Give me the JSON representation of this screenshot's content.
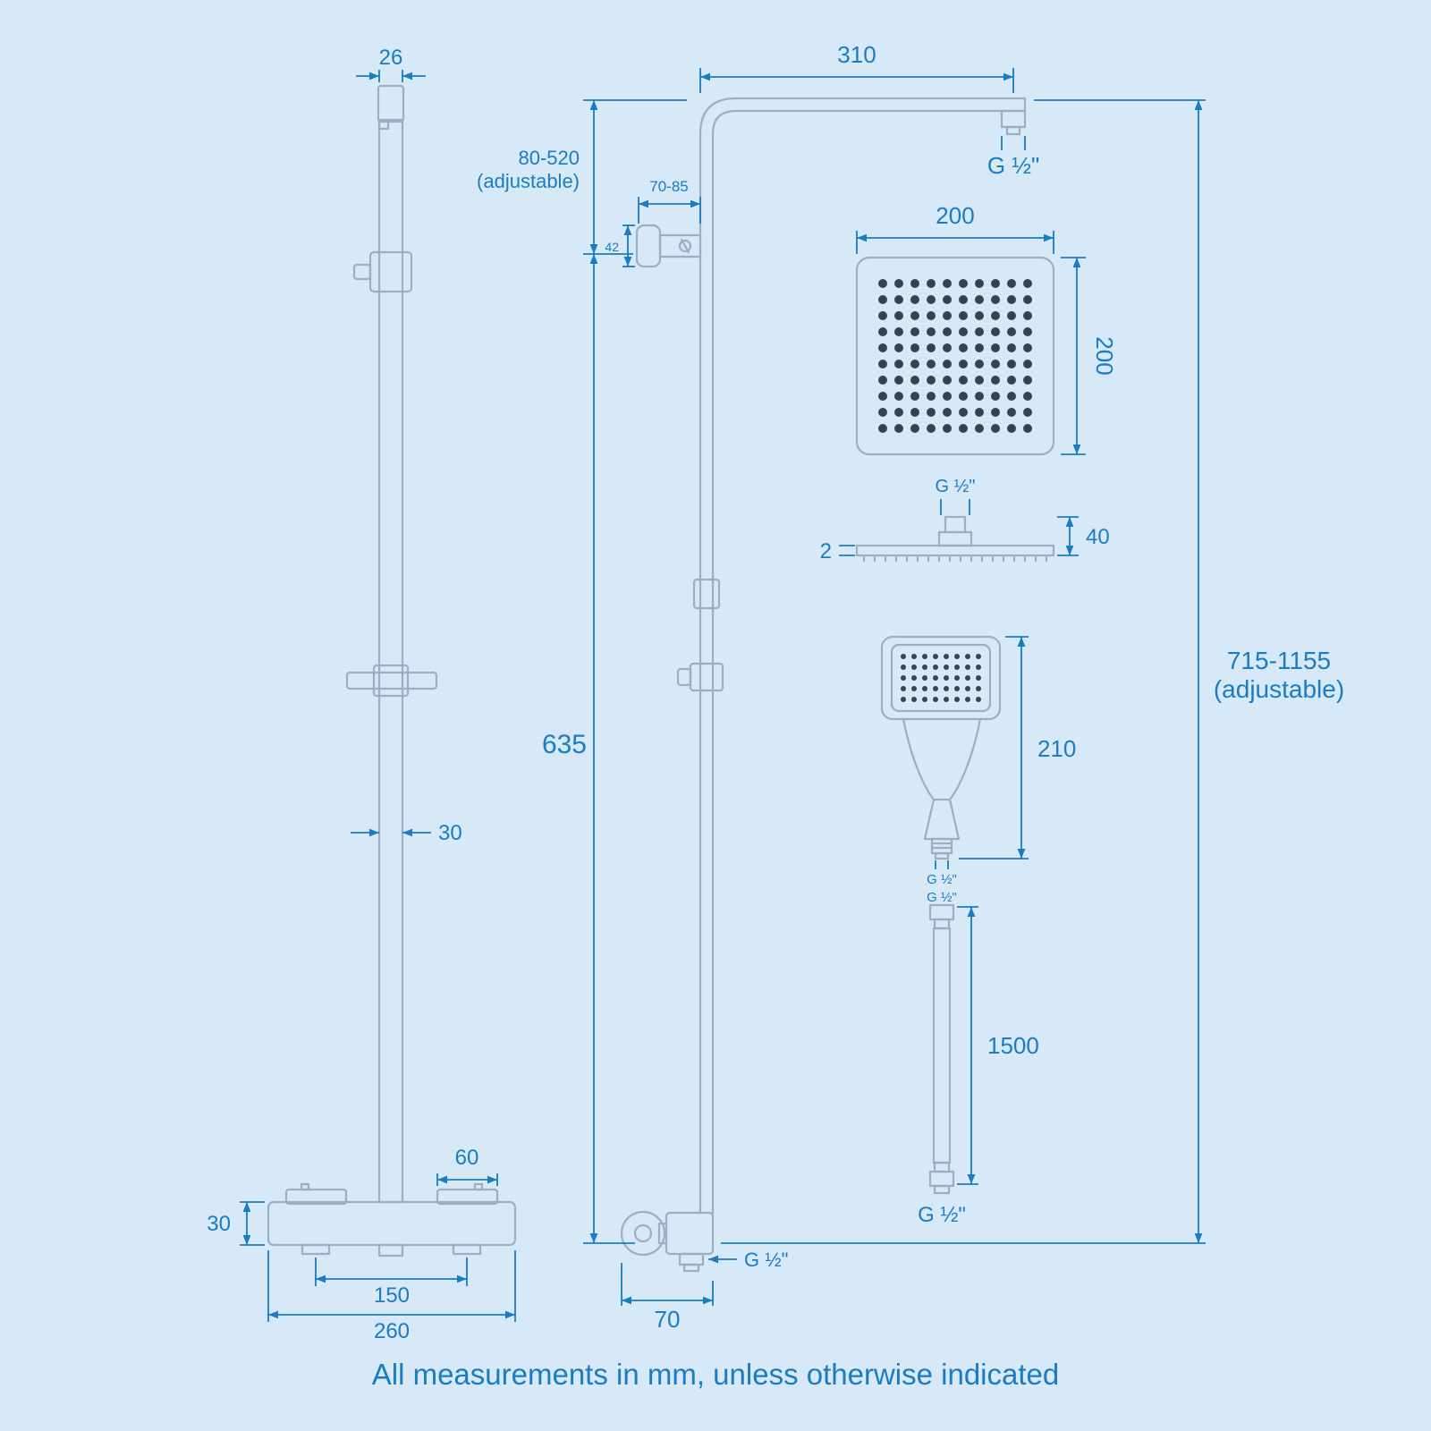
{
  "colors": {
    "background": "#d7e8f7",
    "dimension": "#1a7cc1",
    "fixture": "#9caec0",
    "dots": "#38424d"
  },
  "caption": "All measurements in mm, unless otherwise indicated",
  "front_view": {
    "top_width": "26",
    "rail_width": "30",
    "valve_height": "30",
    "handle_width": "60",
    "handle_spacing": "150",
    "valve_width": "260"
  },
  "side_view": {
    "arm_length": "310",
    "arm_outlet_thread": "G ½\"",
    "top_adjustable_value": "80-520",
    "top_adjustable_note": "(adjustable)",
    "bracket_range": "70-85",
    "bracket_size": "42",
    "rail_length": "635",
    "valve_depth": "70",
    "valve_outlet_thread": "G ½\"",
    "overall_range": "715-1155",
    "overall_note": "(adjustable)"
  },
  "shower_head": {
    "width": "200",
    "height": "200",
    "thread": "G ½\"",
    "connector_height": "40",
    "plate_thickness": "2"
  },
  "hand_shower": {
    "length": "210",
    "thread": "G ½\""
  },
  "hose": {
    "top_thread": "G ½\"",
    "length": "1500",
    "bottom_thread": "G ½\""
  }
}
